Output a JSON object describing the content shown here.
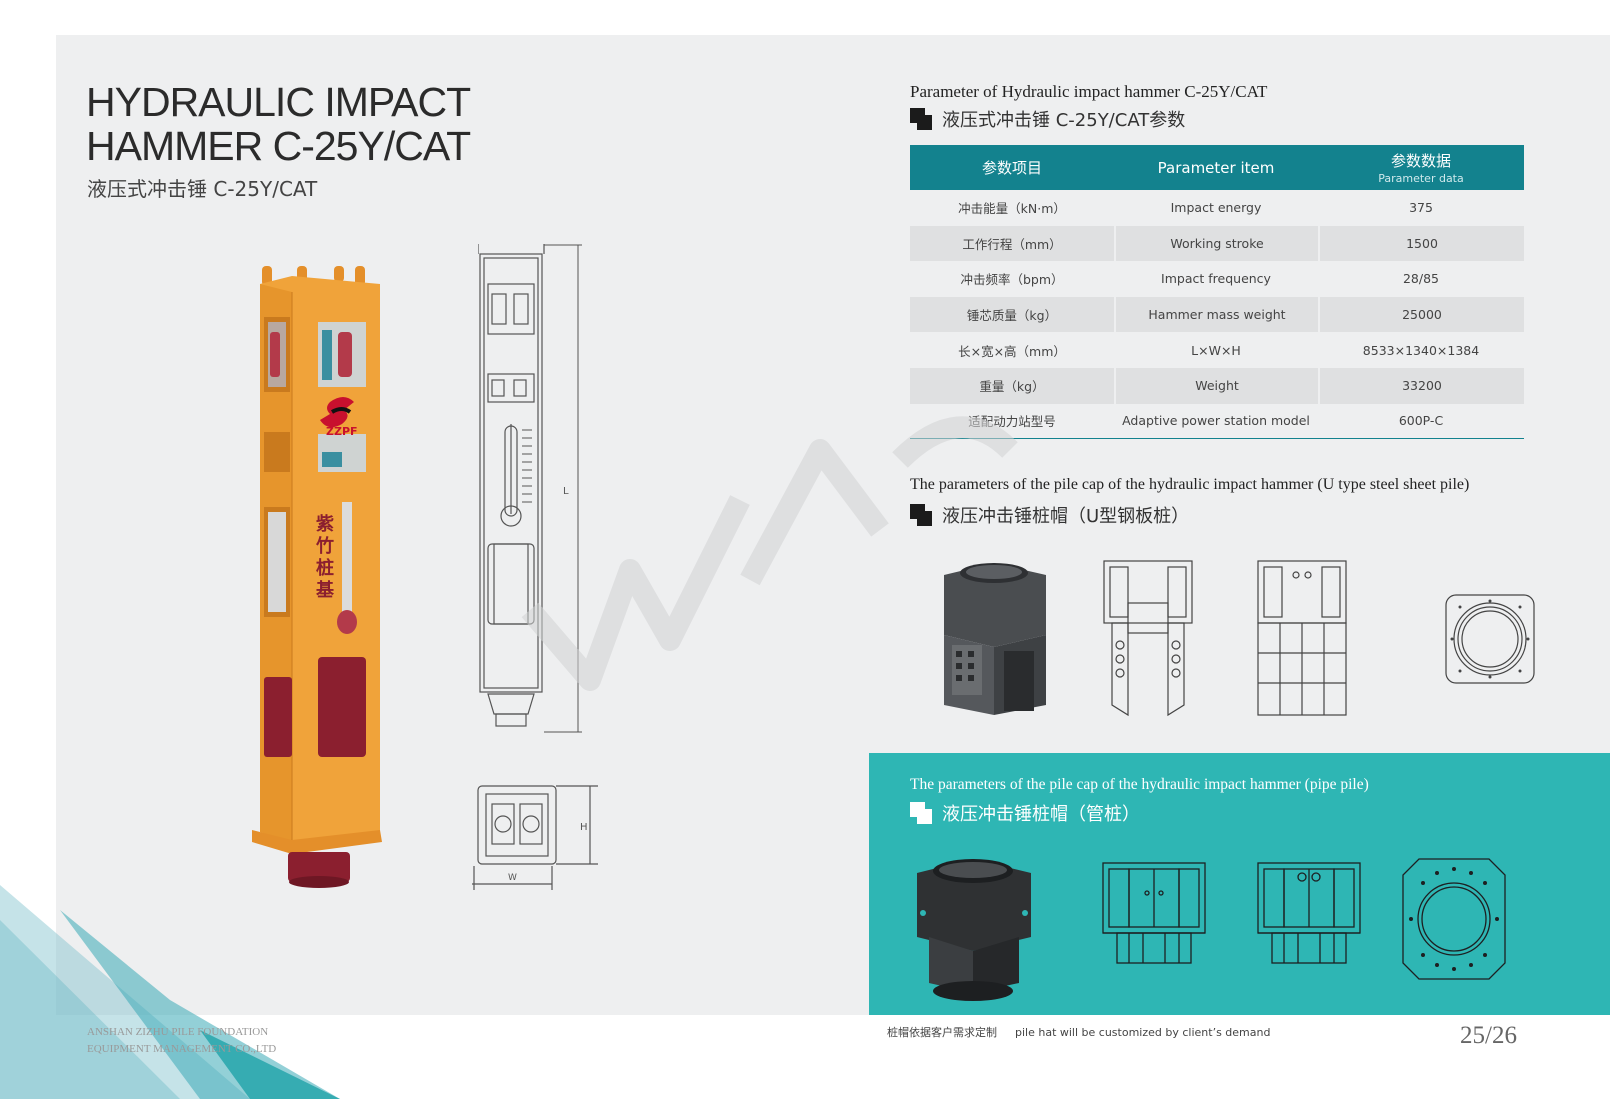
{
  "title": {
    "line1": "HYDRAULIC IMPACT",
    "line2": "HAMMER C-25Y/CAT",
    "subtitle_cn": "液压式冲击锤 C-25Y/CAT"
  },
  "hammer_image": {
    "logo_text": "ZZPF",
    "vertical_text": "紫竹桩基"
  },
  "drawing": {
    "dim_L": "L",
    "dim_H": "H",
    "dim_W": "W"
  },
  "parameters": {
    "heading_en": "Parameter of Hydraulic impact hammer C-25Y/CAT",
    "heading_cn": "液压式冲击锤 C-25Y/CAT参数",
    "columns": {
      "cn": "参数项目",
      "en": "Parameter item",
      "data_cn": "参数数据",
      "data_en": "Parameter data"
    },
    "rows": [
      {
        "cn": "冲击能量（kN·m）",
        "en": "Impact energy",
        "value": "375"
      },
      {
        "cn": "工作行程（mm）",
        "en": "Working stroke",
        "value": "1500"
      },
      {
        "cn": "冲击频率（bpm）",
        "en": "Impact frequency",
        "value": "28/85"
      },
      {
        "cn": "锤芯质量（kg）",
        "en": "Hammer mass weight",
        "value": "25000"
      },
      {
        "cn": "长×宽×高（mm）",
        "en": "L×W×H",
        "value": "8533×1340×1384"
      },
      {
        "cn": "重量（kg）",
        "en": "Weight",
        "value": "33200"
      },
      {
        "cn": "适配动力站型号",
        "en": "Adaptive power station model",
        "value": "600P-C"
      }
    ]
  },
  "u_type": {
    "heading_en": "The parameters of the pile cap of the hydraulic impact hammer (U type steel sheet pile)",
    "heading_cn": "液压冲击锤桩帽（U型钢板桩）"
  },
  "pipe": {
    "heading_en": "The parameters of the pile cap of the hydraulic impact hammer (pipe pile)",
    "heading_cn": "液压冲击锤桩帽（管桩）"
  },
  "footer": {
    "note_cn": "桩帽依据客户需求定制",
    "note_en": "pile hat will be customized by client’s demand",
    "page": "25/26",
    "company_line1": "ANSHAN ZIZHU PILE FOUNDATION",
    "company_line2": "EQUIPMENT MANAGEMENT CO.,LTD"
  },
  "colors": {
    "teal": "#13828e",
    "teal_panel": "#2eb6b4",
    "hammer_orange": "#f0a33a",
    "hammer_red": "#8b1f2f"
  }
}
